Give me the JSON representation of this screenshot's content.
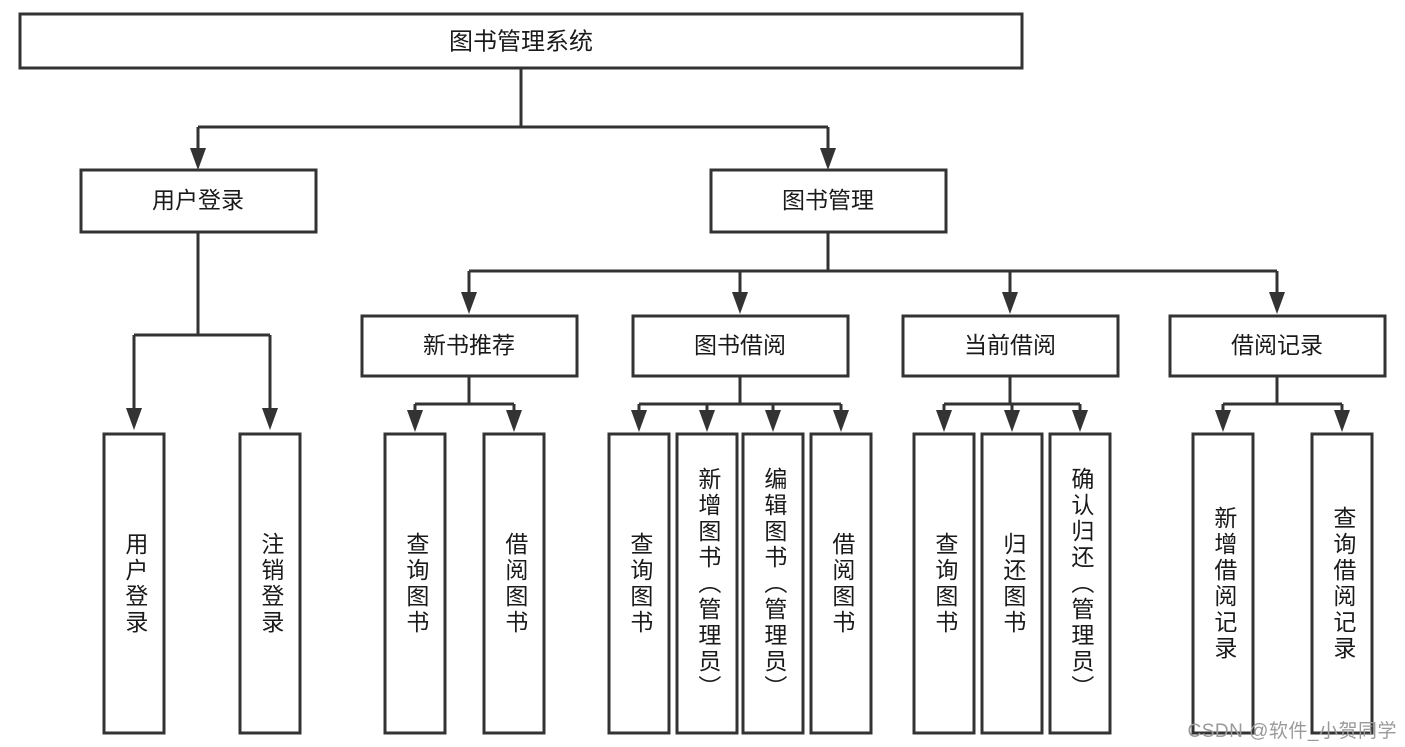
{
  "diagram": {
    "title": "图书管理系统",
    "type": "tree",
    "orientation": "top-down",
    "style": {
      "box_fill": "#ffffff",
      "box_stroke": "#333333",
      "connector_color": "#333333",
      "text_color": "#1a1a1a",
      "background": "#ffffff"
    },
    "nodes": {
      "root": {
        "label": "图书管理系统",
        "level": 0
      },
      "level1": [
        {
          "id": "user-login",
          "label": "用户登录"
        },
        {
          "id": "book-manage",
          "label": "图书管理"
        }
      ],
      "level2": [
        {
          "id": "new-book-recommend",
          "label": "新书推荐",
          "parent": "book-manage"
        },
        {
          "id": "book-borrow",
          "label": "图书借阅",
          "parent": "book-manage"
        },
        {
          "id": "current-borrow",
          "label": "当前借阅",
          "parent": "book-manage"
        },
        {
          "id": "borrow-record",
          "label": "借阅记录",
          "parent": "book-manage"
        }
      ],
      "leaves": [
        {
          "id": "leaf-user-login",
          "label": "用户登录",
          "parent": "user-login"
        },
        {
          "id": "leaf-logout",
          "label": "注销登录",
          "parent": "user-login"
        },
        {
          "id": "leaf-query-book-1",
          "label": "查询图书",
          "parent": "new-book-recommend"
        },
        {
          "id": "leaf-borrow-book-1",
          "label": "借阅图书",
          "parent": "new-book-recommend"
        },
        {
          "id": "leaf-query-book-2",
          "label": "查询图书",
          "parent": "book-borrow"
        },
        {
          "id": "leaf-add-book",
          "label": "新增图书（管理员）",
          "parent": "book-borrow"
        },
        {
          "id": "leaf-edit-book",
          "label": "编辑图书（管理员）",
          "parent": "book-borrow"
        },
        {
          "id": "leaf-borrow-book-2",
          "label": "借阅图书",
          "parent": "book-borrow"
        },
        {
          "id": "leaf-query-book-3",
          "label": "查询图书",
          "parent": "current-borrow"
        },
        {
          "id": "leaf-return-book",
          "label": "归还图书",
          "parent": "current-borrow"
        },
        {
          "id": "leaf-confirm-return",
          "label": "确认归还（管理员）",
          "parent": "current-borrow"
        },
        {
          "id": "leaf-add-record",
          "label": "新增借阅记录",
          "parent": "borrow-record"
        },
        {
          "id": "leaf-query-record",
          "label": "查询借阅记录",
          "parent": "borrow-record"
        }
      ]
    }
  },
  "watermark": {
    "text": "CSDN @软件_小贺同学"
  }
}
